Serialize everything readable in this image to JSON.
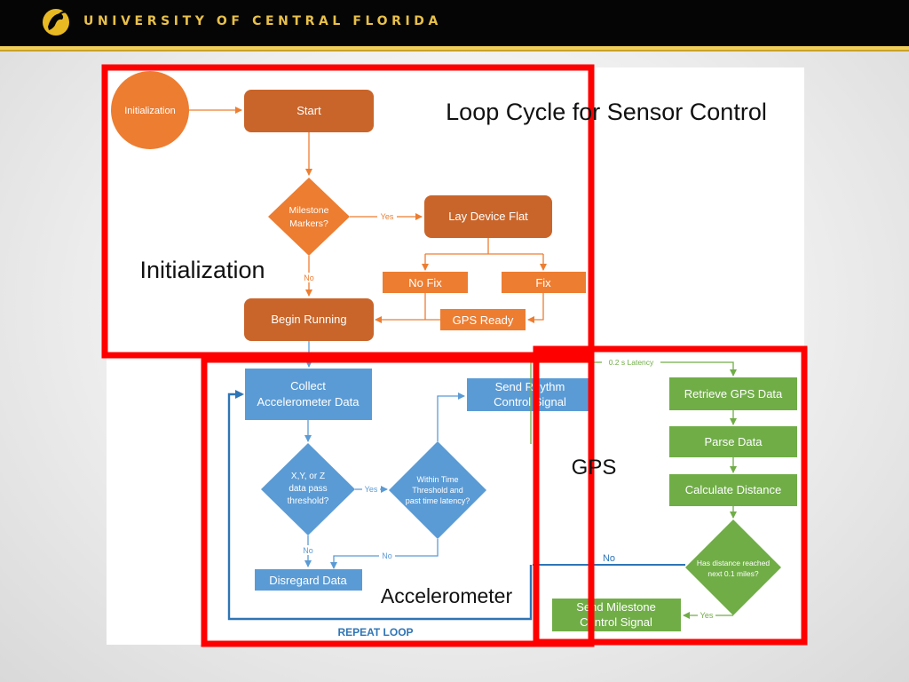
{
  "header": {
    "university_name": "UNIVERSITY OF CENTRAL FLORIDA",
    "brand_color": "#c9a227"
  },
  "diagram": {
    "title": "Loop Cycle for Sensor Control",
    "sections": {
      "initialization": "Initialization",
      "accelerometer": "Accelerometer",
      "gps": "GPS"
    },
    "nodes": {
      "init_circle": "Initialization",
      "start": "Start",
      "milestone_markers": [
        "Milestone",
        "Markers?"
      ],
      "lay_device_flat": "Lay Device Flat",
      "no_fix": "No Fix",
      "fix": "Fix",
      "gps_ready": "GPS Ready",
      "begin_running": "Begin Running",
      "collect_accel": [
        "Collect",
        "Accelerometer Data"
      ],
      "xyz_threshold": [
        "X,Y, or Z",
        "data pass",
        "threshold?"
      ],
      "within_time": [
        "Within Time",
        "Threshold and",
        "past time latency?"
      ],
      "send_rhythm": [
        "Send Rhythm",
        "Control Signal"
      ],
      "disregard": "Disregard Data",
      "retrieve_gps": "Retrieve GPS Data",
      "parse_data": "Parse Data",
      "calc_distance": "Calculate Distance",
      "distance_reached": [
        "Has distance reached",
        "next 0.1 miles?"
      ],
      "send_milestone": [
        "Send Milestone",
        "Control Signal"
      ]
    },
    "edge_labels": {
      "yes_milestone": "Yes",
      "no_milestone": "No",
      "yes_xyz": "Yes",
      "no_xyz": "No",
      "no_within": "No",
      "latency": "0.2 s  Latency",
      "no_distance": "No",
      "yes_distance": "Yes",
      "repeat_loop": "REPEAT LOOP"
    },
    "colors": {
      "orange_dark": "#c9652a",
      "orange_light": "#ed7d31",
      "blue": "#5b9bd5",
      "green": "#70ad47",
      "red_box": "#ff0000"
    }
  }
}
